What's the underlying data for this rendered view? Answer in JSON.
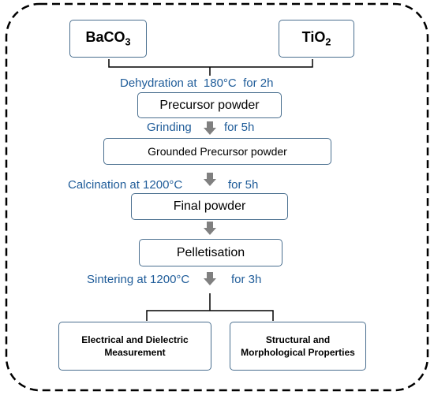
{
  "inputs": {
    "left": {
      "main": "BaCO",
      "sub": "3"
    },
    "right": {
      "main": "TiO",
      "sub": "2"
    }
  },
  "steps": {
    "dehydration": {
      "prefix": "Dehydration at",
      "temp": "180°C",
      "time": "for  2h"
    },
    "precursor": "Precursor powder",
    "grinding": {
      "prefix": "Grinding",
      "time": "for 5h"
    },
    "grounded": "Grounded Precursor powder",
    "calcination": {
      "prefix": "Calcination at 1200°C",
      "time": "for 5h"
    },
    "final": "Final powder",
    "pelletisation": "Pelletisation",
    "sintering": {
      "prefix": "Sintering at 1200°C",
      "time": "for 3h"
    }
  },
  "outputs": {
    "left": {
      "line1": "Electrical and Dielectric",
      "line2": "Measurement"
    },
    "right": {
      "line1": "Structural and",
      "line2": "Morphological Properties"
    }
  },
  "colors": {
    "label_text": "#1f5c99",
    "box_border": "#4a6f8f",
    "arrow": "#808080"
  }
}
